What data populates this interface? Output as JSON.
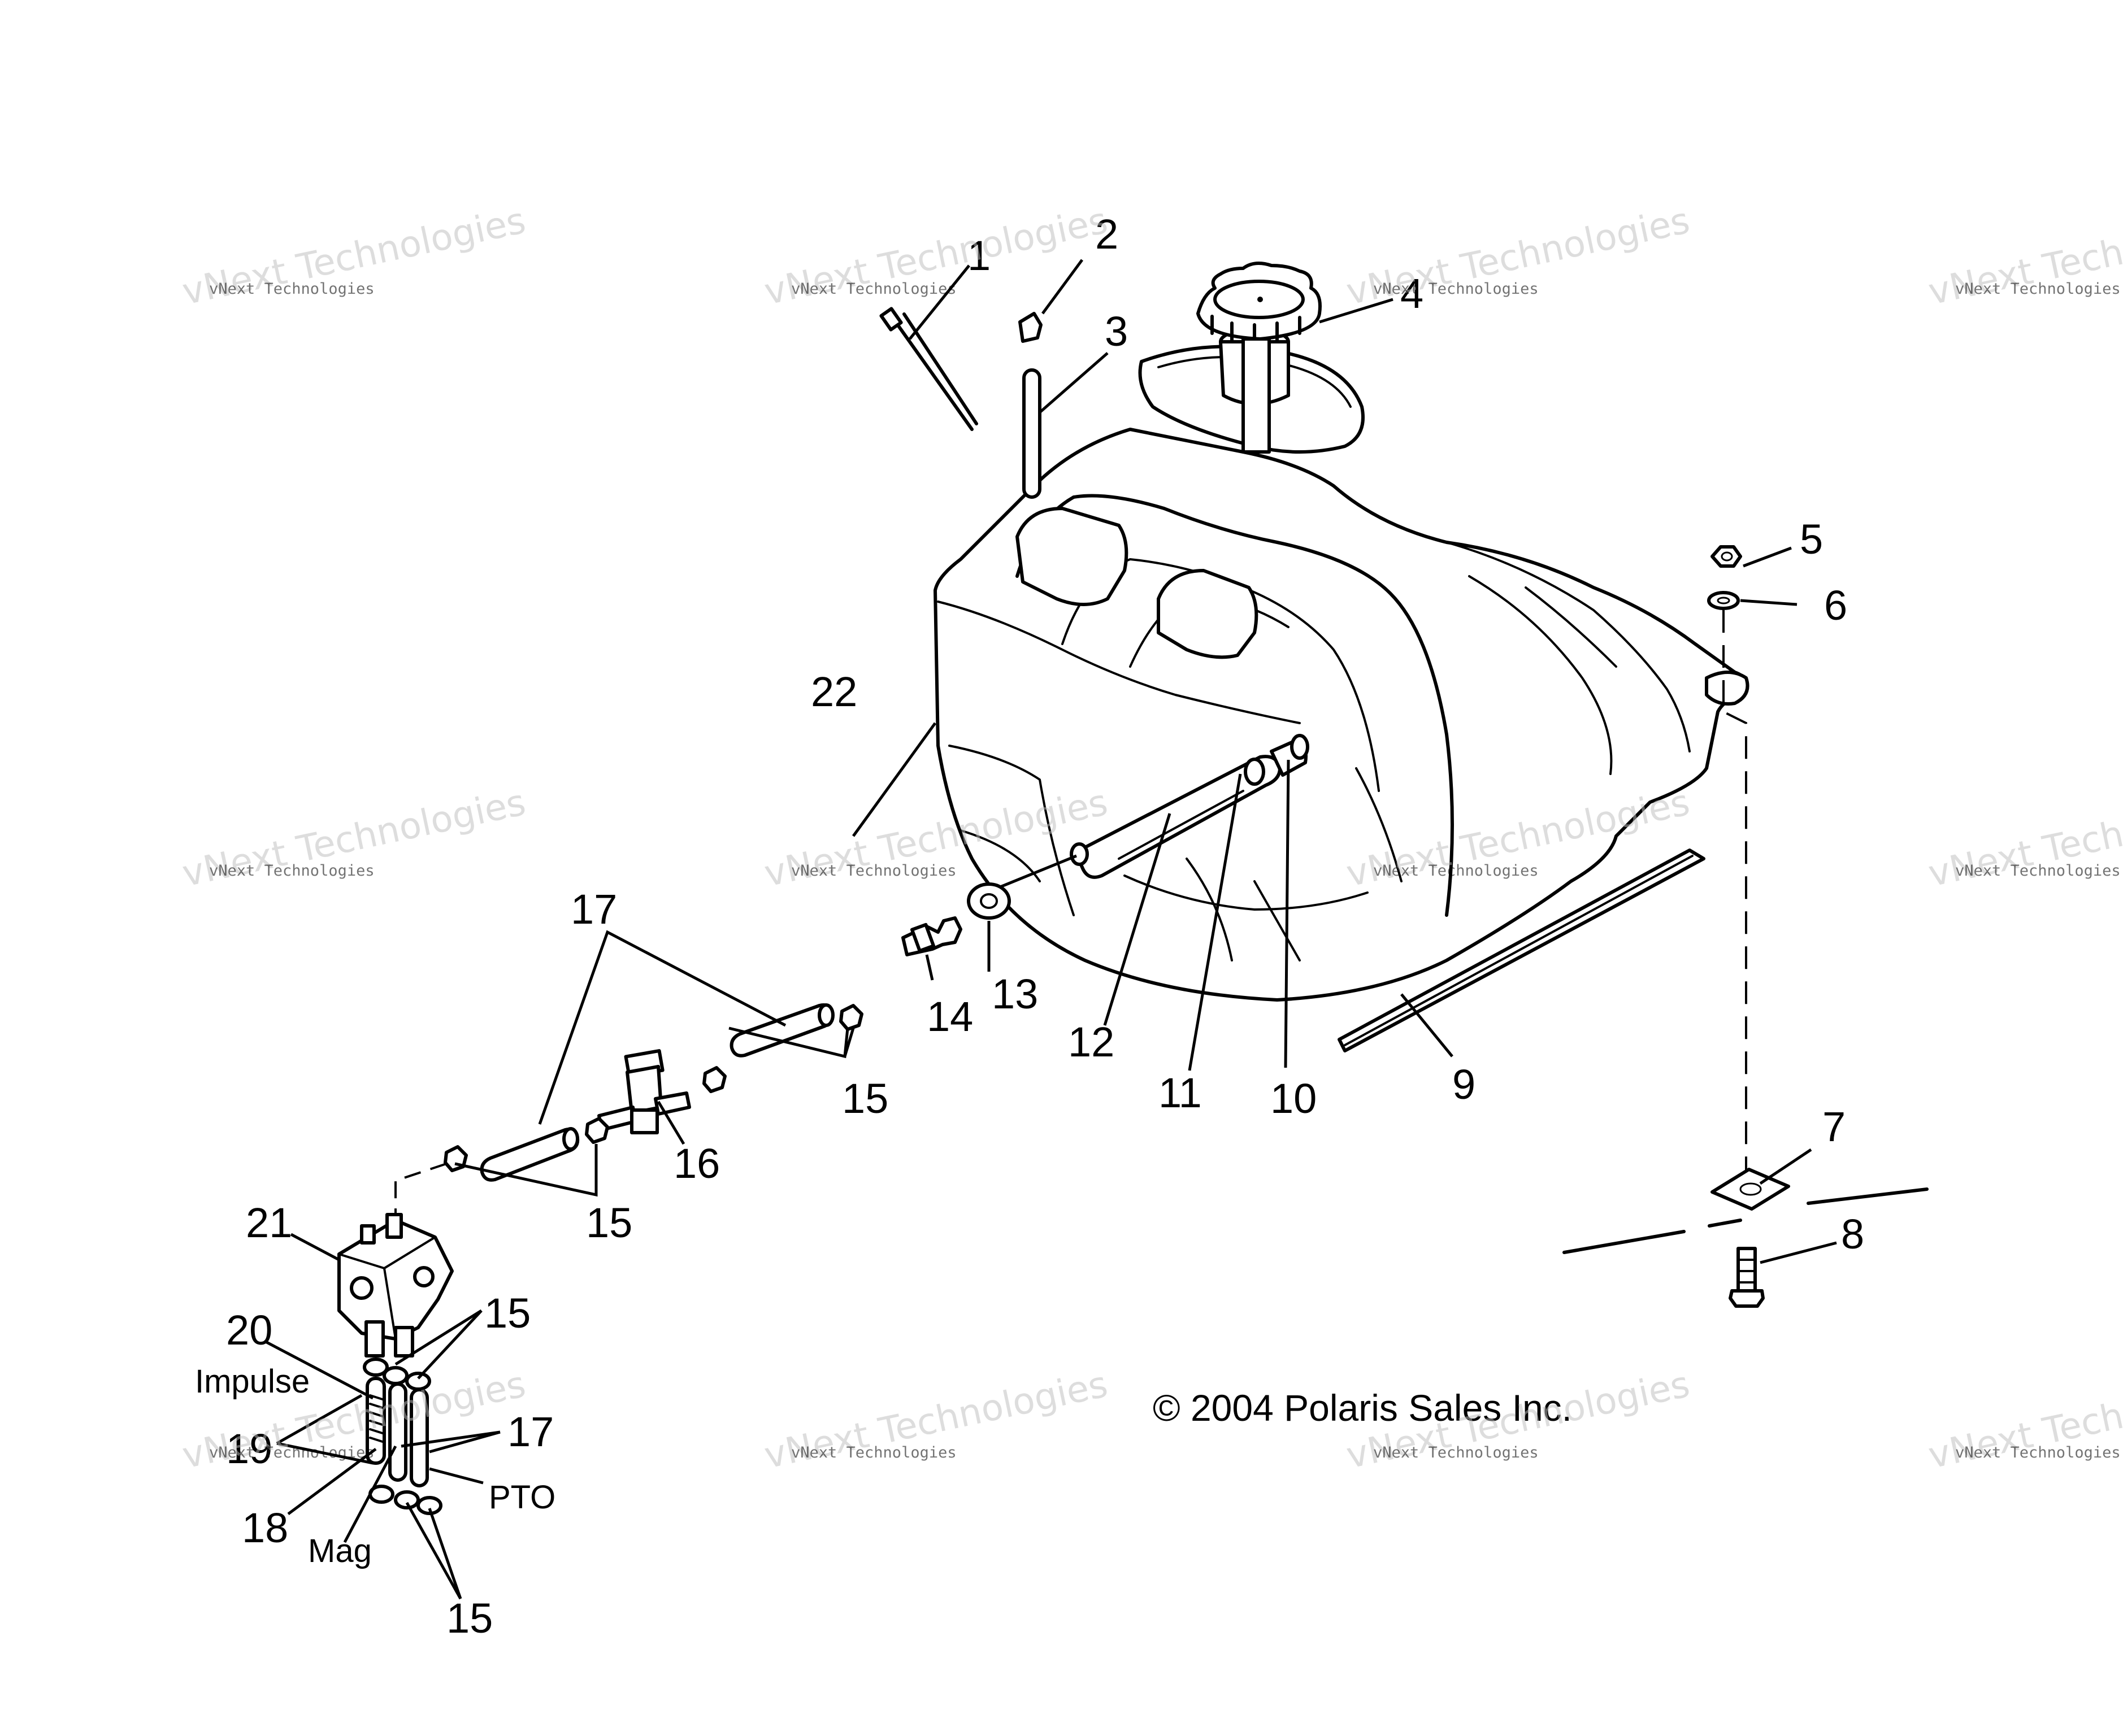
{
  "callouts": {
    "c1": "1",
    "c2": "2",
    "c3": "3",
    "c4": "4",
    "c5": "5",
    "c6": "6",
    "c7": "7",
    "c8": "8",
    "c9": "9",
    "c10": "10",
    "c11": "11",
    "c12": "12",
    "c13": "13",
    "c14": "14",
    "c15a": "15",
    "c15b": "15",
    "c15c": "15",
    "c15d": "15",
    "c16": "16",
    "c17a": "17",
    "c17b": "17",
    "c18": "18",
    "c19": "19",
    "c20": "20",
    "c21": "21",
    "c22": "22"
  },
  "labels": {
    "impulse": "Impulse",
    "pto": "PTO",
    "mag": "Mag"
  },
  "copyright": "© 2004 Polaris Sales Inc.",
  "watermark": {
    "small": "vNext Technologies",
    "big": "vNext Technologies"
  }
}
